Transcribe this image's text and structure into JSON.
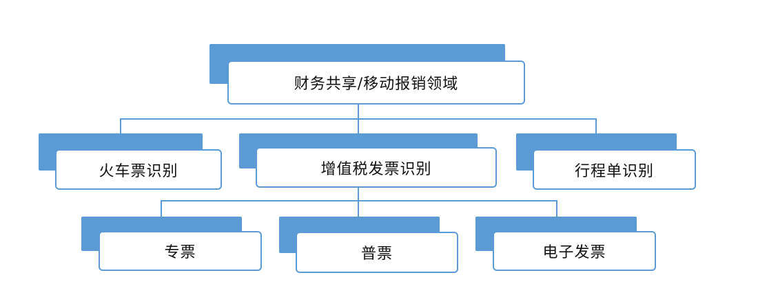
{
  "diagram": {
    "root": {
      "label": "财务共享/移动报销领域"
    },
    "level1": [
      {
        "label": "火车票识别"
      },
      {
        "label": "增值税发票识别"
      },
      {
        "label": "行程单识别"
      }
    ],
    "level2": [
      {
        "label": "专票"
      },
      {
        "label": "普票"
      },
      {
        "label": "电子发票"
      }
    ]
  },
  "colors": {
    "accent": "#5b9bd5",
    "text": "#111111",
    "background": "#ffffff"
  }
}
